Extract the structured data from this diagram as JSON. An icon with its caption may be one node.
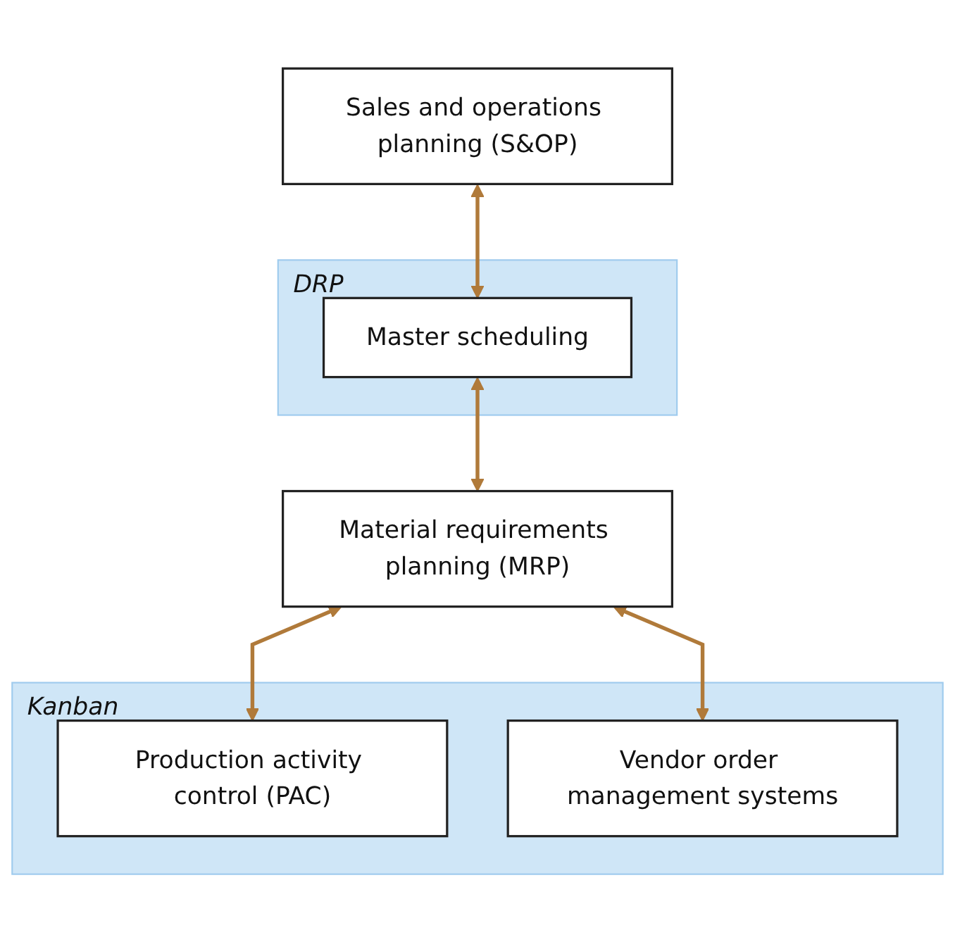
{
  "diagram": {
    "nodes": [
      {
        "text": [
          "Sales and operations planning (S&OP)"
        ]
      },
      {
        "text": [
          "DRP"
        ]
      },
      {
        "text": [
          "Master scheduling"
        ],
        "in": 1
      },
      {
        "text": [
          "Material requirements planning (MRP)"
        ]
      },
      {
        "text": [
          "Kanban"
        ]
      },
      {
        "text": [
          "Production activity control (PAC)"
        ],
        "in": 4
      },
      {
        "text": [
          "Vendor order management systems"
        ],
        "in": 4
      }
    ],
    "edges": [
      {
        "from": 0,
        "to": 2,
        "arrow": "both"
      },
      {
        "from": 2,
        "to": 3,
        "arrow": "both"
      },
      {
        "from": 3,
        "to": 5,
        "arrow": "both"
      },
      {
        "from": 3,
        "to": 6,
        "arrow": "both"
      }
    ]
  }
}
